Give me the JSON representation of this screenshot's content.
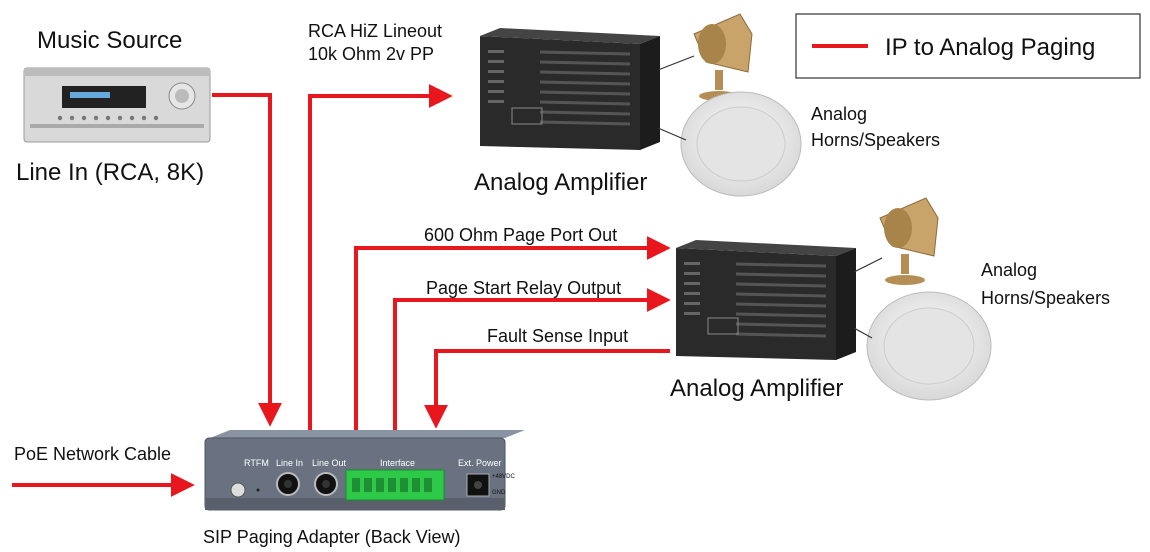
{
  "colors": {
    "arrow": "#e8171e",
    "amp_body": "#2a2a2a",
    "horn": "#c9a46a",
    "speaker": "#efefef",
    "adapter": "#6a7281",
    "terminal": "#2fc94a"
  },
  "legend": {
    "text": "IP to Analog Paging"
  },
  "labels": {
    "music_source": "Music Source",
    "line_in": "Line In (RCA, 8K)",
    "rca_line1": "RCA HiZ Lineout",
    "rca_line2": "10k Ohm 2v PP",
    "amp_top": "Analog Amplifier",
    "amp_bottom": "Analog Amplifier",
    "speakers_top_1": "Analog",
    "speakers_top_2": "Horns/Speakers",
    "speakers_bottom_1": "Analog",
    "speakers_bottom_2": "Horns/Speakers",
    "page_port": "600 Ohm Page Port Out",
    "relay": "Page Start Relay Output",
    "fault": "Fault Sense Input",
    "poe": "PoE Network Cable",
    "adapter": "SIP Paging Adapter (Back View)"
  },
  "adapter_panel": {
    "rtfm": "RTFM",
    "line_in": "Line In",
    "line_out": "Line Out",
    "interface": "Interface",
    "ext_power": "Ext. Power",
    "volt": "+48VDC",
    "gnd": "GND"
  }
}
